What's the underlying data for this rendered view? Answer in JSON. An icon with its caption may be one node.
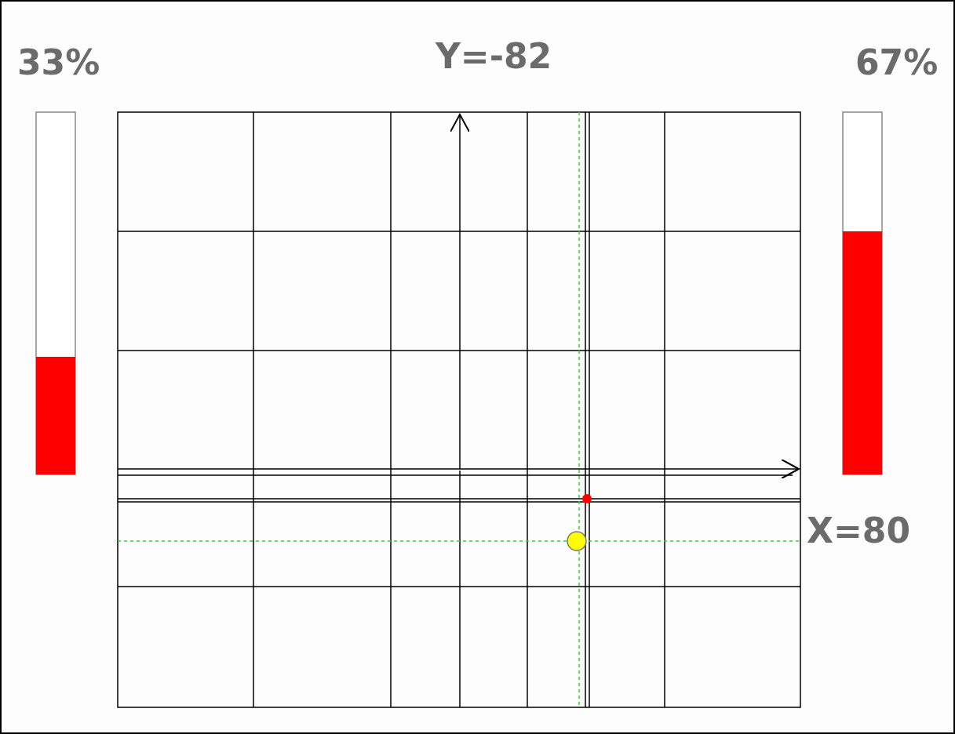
{
  "diagram": {
    "labels": [
      "33%",
      "Y=-82",
      "67%",
      "X=80"
    ]
  }
}
